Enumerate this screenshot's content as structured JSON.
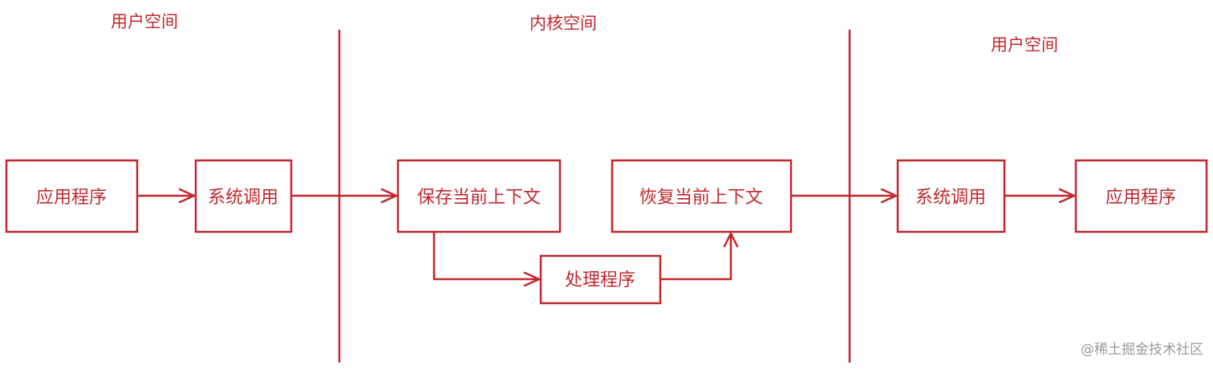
{
  "regions": {
    "user_left": "用户空间",
    "kernel": "内核空间",
    "user_right": "用户空间"
  },
  "nodes": {
    "app_left": "应用程序",
    "syscall_left": "系统调用",
    "save_context": "保存当前上下文",
    "handler": "处理程序",
    "restore_context": "恢复当前上下文",
    "syscall_right": "系统调用",
    "app_right": "应用程序"
  },
  "watermark": "@稀土掘金技术社区",
  "colors": {
    "ink": "#c0272d",
    "watermark": "#9a9a9a"
  }
}
